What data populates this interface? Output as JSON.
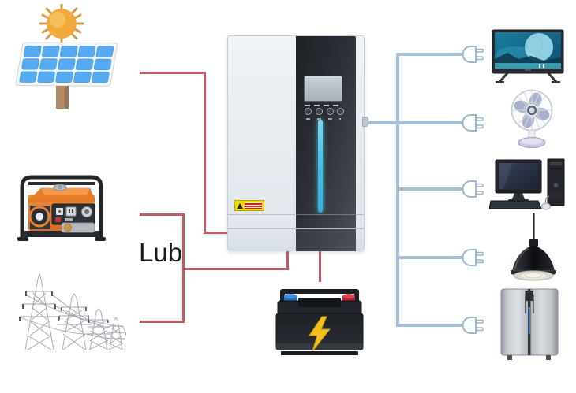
{
  "diagram": {
    "type": "solar-hybrid-inverter-system",
    "label_lub": "Lub",
    "colors": {
      "line_red": "#bf5b63",
      "line_blue": "#a4bfd6",
      "led_cyan": "#49c4ea",
      "sun_orange": "#f2a93c",
      "panel_blue": "#57aaf0",
      "generator_orange": "#e8792b",
      "bolt_yellow": "#f3c01c",
      "warning_yellow": "#f2dc00",
      "background": "#ffffff"
    },
    "nodes": {
      "sources": [
        {
          "id": "solar-panel",
          "icon": "solar-panel-icon",
          "connection_color": "red"
        },
        {
          "id": "generator",
          "icon": "generator-icon",
          "connection_color": "red"
        },
        {
          "id": "power-grid",
          "icon": "transmission-towers-icon",
          "connection_color": "red"
        }
      ],
      "center": {
        "id": "inverter",
        "icon": "inverter-icon"
      },
      "storage": {
        "id": "battery",
        "icon": "battery-icon",
        "connection_color": "red"
      },
      "loads": [
        {
          "id": "television",
          "icon": "tv-icon",
          "connection_color": "blue"
        },
        {
          "id": "table-fan",
          "icon": "fan-icon",
          "connection_color": "blue"
        },
        {
          "id": "desktop-computer",
          "icon": "computer-icon",
          "connection_color": "blue"
        },
        {
          "id": "pendant-lamp",
          "icon": "lamp-icon",
          "connection_color": "blue"
        },
        {
          "id": "refrigerator",
          "icon": "refrigerator-icon",
          "connection_color": "blue"
        }
      ]
    }
  }
}
